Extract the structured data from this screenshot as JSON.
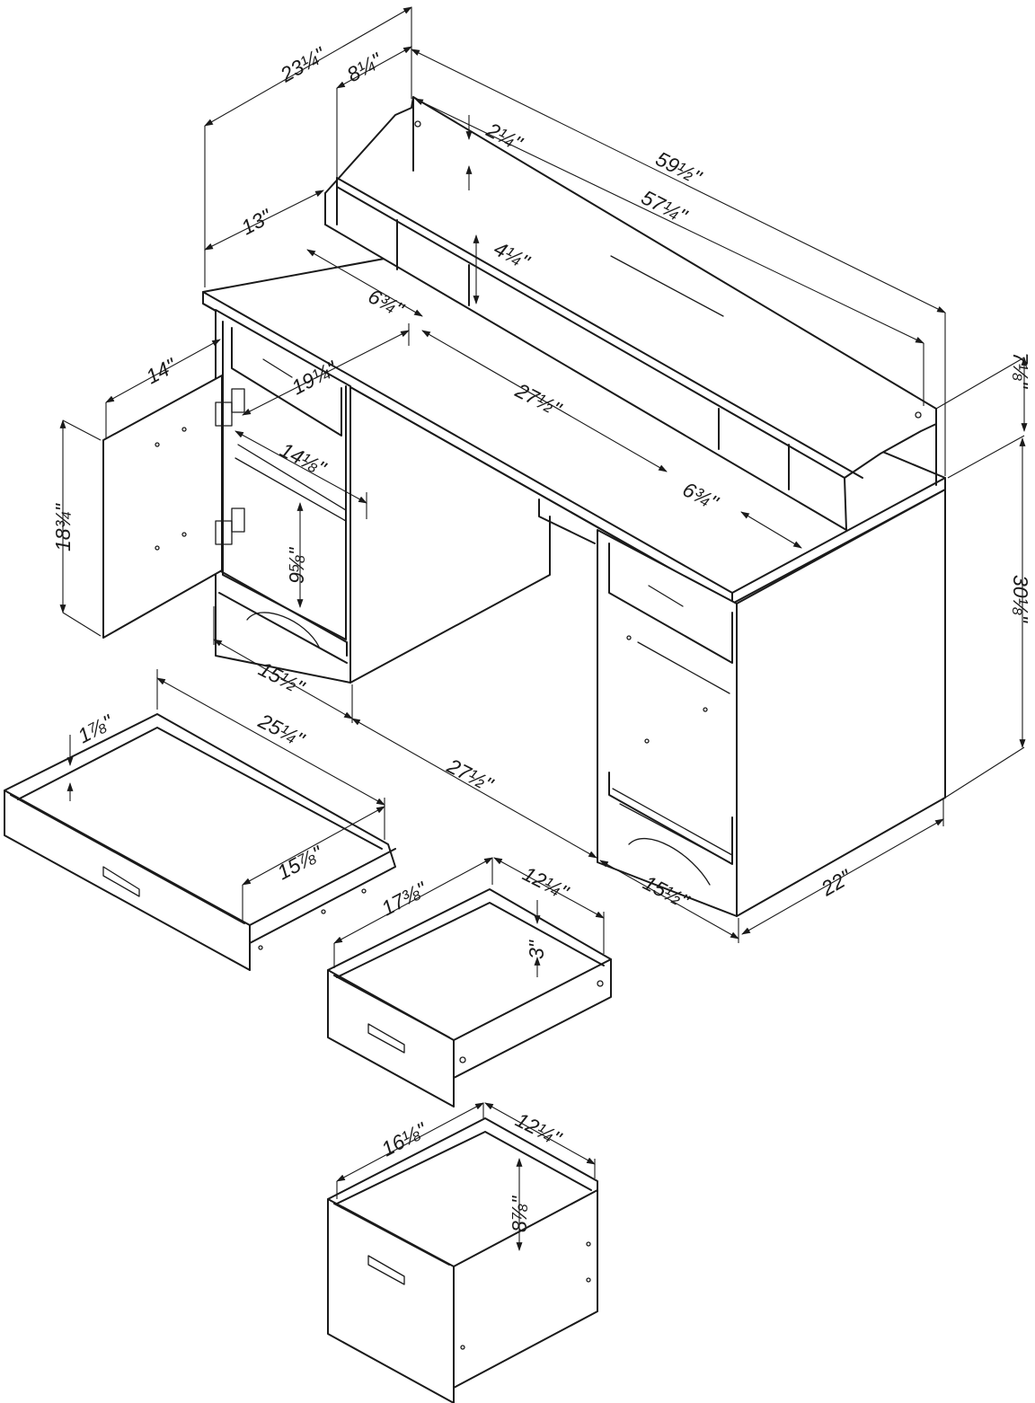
{
  "colors": {
    "line": "#1a1a1a",
    "background": "#ffffff"
  },
  "dimensions": {
    "overall_depth": "23¼\"",
    "hutch_depth": "8¼\"",
    "overall_width": "59½\"",
    "hutch_shelf_width": "57¼\"",
    "hutch_thickness": "2¼\"",
    "hutch_height_left": "13\"",
    "hutch_cubby_height": "4¼\"",
    "hutch_cubby_left": "6¾\"",
    "hutch_cubby_right": "6¾\"",
    "hutch_center_opening": "27½\"",
    "hutch_height": "7⅛\"",
    "cabinet_door_width": "14\"",
    "cabinet_inner_width": "19¼\"",
    "cabinet_shelf_width": "14⅛\"",
    "door_height": "18¾\"",
    "shelf_gap": "9⅝\"",
    "left_pedestal_width": "15½\"",
    "kneehole_width": "27½\"",
    "right_pedestal_width": "15½\"",
    "desk_depth": "22\"",
    "desk_height": "30⅛\"",
    "keyboard_drawer_depth": "1⅞\"",
    "keyboard_drawer_width": "25¼\"",
    "keyboard_drawer_length": "15⅞\"",
    "small_drawer_width": "17⅜\"",
    "small_drawer_length": "12¼\"",
    "small_drawer_depth": "3\"",
    "file_drawer_width": "16⅛\"",
    "file_drawer_length": "12¼\"",
    "file_drawer_depth": "8⅞\""
  }
}
